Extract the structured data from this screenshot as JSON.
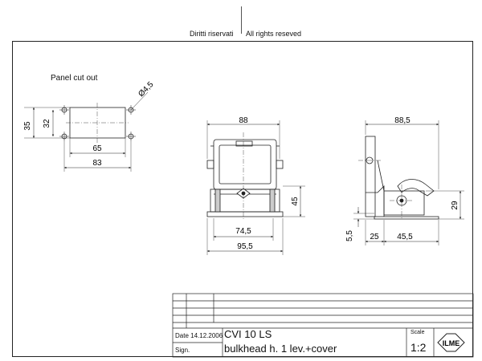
{
  "header": {
    "rights_it": "Diritti riservati",
    "rights_en": "All rights reseved"
  },
  "panel_cutout": {
    "label": "Panel cut out",
    "dim_height_outer": "35",
    "dim_height_inner": "32",
    "dim_width_inner": "65",
    "dim_width_outer": "83",
    "dim_hole": "Ø4,5"
  },
  "front_view": {
    "dim_width_top": "88",
    "dim_height": "45",
    "dim_width_inner": "74,5",
    "dim_width_outer": "95,5"
  },
  "side_view": {
    "dim_width_top": "88,5",
    "dim_height": "29",
    "dim_base_height": "5,5",
    "dim_left": "25",
    "dim_right": "45,5"
  },
  "title_block": {
    "date_label": "Date",
    "date_value": "14.12.2006",
    "sign_label": "Sign.",
    "model": "CVI 10 LS",
    "description": "bulkhead h. 1 lev.+cover",
    "scale_label": "Scale",
    "scale_value": "1:2",
    "logo_text": "ILME"
  }
}
